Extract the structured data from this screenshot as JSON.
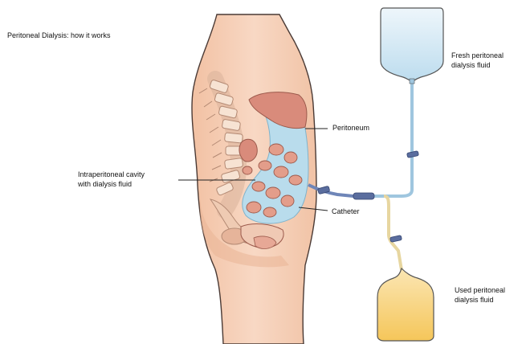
{
  "title": "Peritoneal Dialysis: how it works",
  "labels": {
    "fresh_bag": "Fresh peritoneal\ndialysis fluid",
    "peritoneum": "Peritoneum",
    "cavity": "Intraperitoneal cavity\nwith dialysis fluid",
    "catheter": "Catheter",
    "used_bag": "Used peritoneal\ndialysis fluid"
  },
  "colors": {
    "skin": "#f4c9ad",
    "skin_outline": "#b07a64",
    "bone": "#f0d2bd",
    "organ": "#d98b7b",
    "fluid": "#b9dcec",
    "fresh_fluid": "#cfe6f3",
    "used_fluid": "#f6cf72",
    "clamp": "#5a6d9e"
  }
}
